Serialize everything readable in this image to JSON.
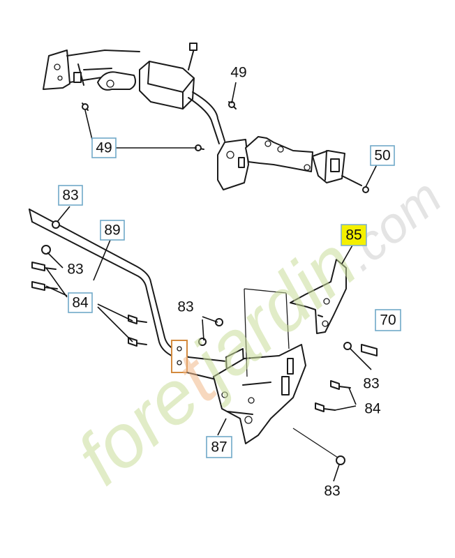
{
  "colors": {
    "callout_border": "#6fa8c8",
    "highlight": "#f4f000",
    "watermark_green": "#c9dd9a",
    "watermark_orange": "#f2b98a",
    "watermark_grey": "#cfcfcf"
  },
  "watermark": {
    "p1": "fore",
    "p2": "t",
    "p3": "jardin",
    "p4": ".com"
  },
  "callouts": [
    {
      "id": "c49a",
      "label": "49",
      "boxed": false
    },
    {
      "id": "c49b",
      "label": "49",
      "boxed": true
    },
    {
      "id": "c50",
      "label": "50",
      "boxed": true
    },
    {
      "id": "c83a",
      "label": "83",
      "boxed": true
    },
    {
      "id": "c89",
      "label": "89",
      "boxed": true
    },
    {
      "id": "c85",
      "label": "85",
      "boxed": true,
      "highlighted": true
    },
    {
      "id": "c83b",
      "label": "83",
      "boxed": false
    },
    {
      "id": "c84a",
      "label": "84",
      "boxed": true
    },
    {
      "id": "c83c",
      "label": "83",
      "boxed": false
    },
    {
      "id": "c70",
      "label": "70",
      "boxed": true
    },
    {
      "id": "c83d",
      "label": "83",
      "boxed": false
    },
    {
      "id": "c84b",
      "label": "84",
      "boxed": false
    },
    {
      "id": "c87",
      "label": "87",
      "boxed": true
    },
    {
      "id": "c83e",
      "label": "83",
      "boxed": false
    }
  ]
}
